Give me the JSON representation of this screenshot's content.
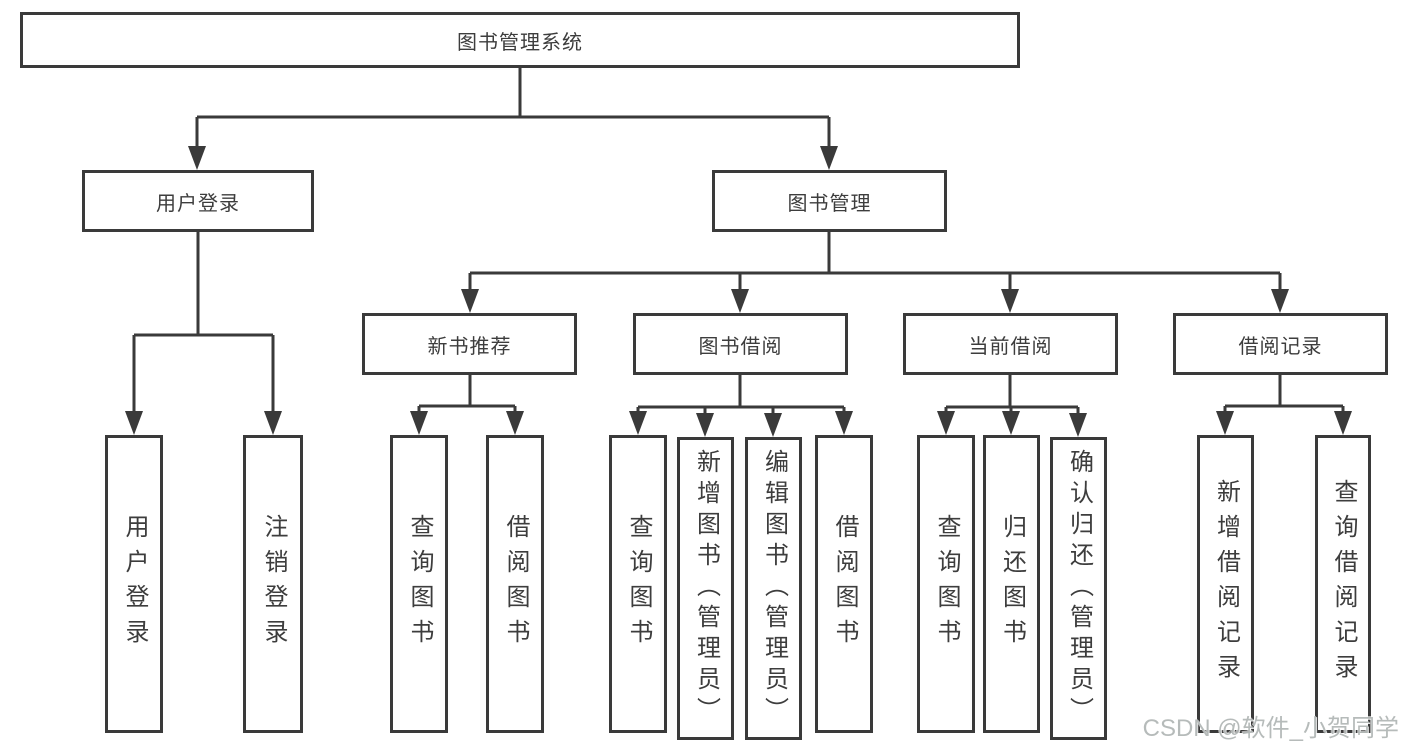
{
  "diagram": {
    "root": {
      "label": "图书管理系统"
    },
    "branches": [
      {
        "label": "用户登录",
        "children": [
          {
            "label": "用户登录"
          },
          {
            "label": "注销登录"
          }
        ]
      },
      {
        "label": "图书管理",
        "children": [
          {
            "label": "新书推荐",
            "children": [
              {
                "label": "查询图书"
              },
              {
                "label": "借阅图书"
              }
            ]
          },
          {
            "label": "图书借阅",
            "children": [
              {
                "label": "查询图书"
              },
              {
                "label": "新增图书（管理员）"
              },
              {
                "label": "编辑图书（管理员）"
              },
              {
                "label": "借阅图书"
              }
            ]
          },
          {
            "label": "当前借阅",
            "children": [
              {
                "label": "查询图书"
              },
              {
                "label": "归还图书"
              },
              {
                "label": "确认归还（管理员）"
              }
            ]
          },
          {
            "label": "借阅记录",
            "children": [
              {
                "label": "新增借阅记录"
              },
              {
                "label": "查询借阅记录"
              }
            ]
          }
        ]
      }
    ]
  },
  "watermark": {
    "text": "CSDN @软件_小贺同学"
  },
  "colors": {
    "line": "#3a3a3a",
    "text": "#3d3d3d",
    "background": "#ffffff",
    "watermark": "#b2b7b6"
  }
}
